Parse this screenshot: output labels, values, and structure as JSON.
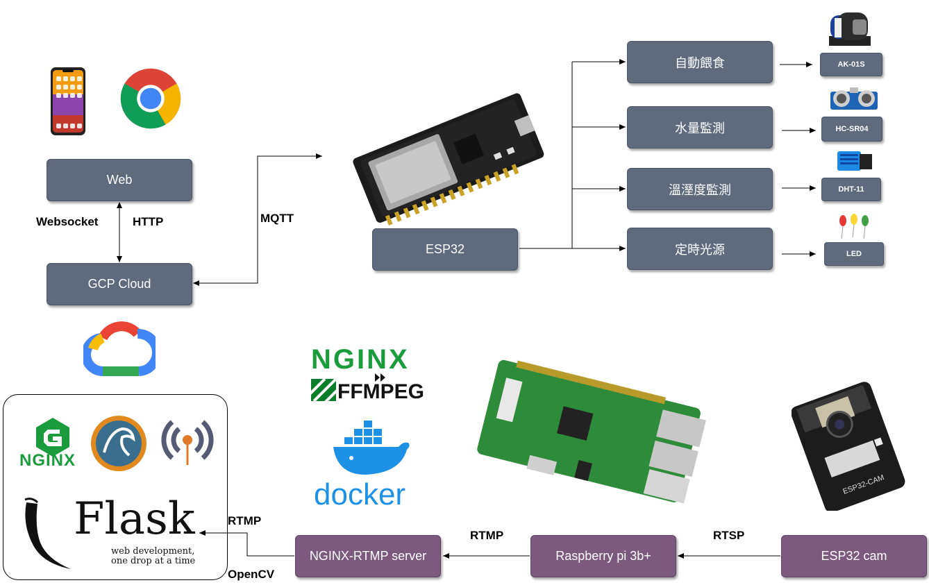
{
  "nodes": {
    "web": "Web",
    "gcp": "GCP  Cloud",
    "esp32": "ESP32",
    "feed": "自動餵食",
    "water": "水量監測",
    "temp": "溫溼度監測",
    "light": "定時光源",
    "ak01s": "AK-01S",
    "hcsr04": "HC-SR04",
    "dht11": "DHT-11",
    "led": "LED",
    "nginx_rtmp": "NGINX-RTMP server",
    "rpi": "Raspberry pi 3b+",
    "esp32cam": "ESP32 cam"
  },
  "edge_labels": {
    "websocket": "Websocket",
    "http": "HTTP",
    "mqtt": "MQTT",
    "rtmp_flask": "RTMP",
    "opencv": "OpenCV",
    "rtmp_rpi": "RTMP",
    "rtsp": "RTSP"
  },
  "logos": {
    "nginx": "NGINX",
    "ffmpeg": "FFMPEG",
    "docker": "docker",
    "flask": "Flask",
    "flask_tagline_1": "web development,",
    "flask_tagline_2": "one drop at a time",
    "nginx_small": "NGINX",
    "esp32_cam_board": "ESP32-CAM"
  },
  "colors": {
    "slate_node": "#5f6b7d",
    "purple_node": "#7b5a7e",
    "nginx_green": "#1a9c3c",
    "docker_blue": "#1d91e6"
  }
}
